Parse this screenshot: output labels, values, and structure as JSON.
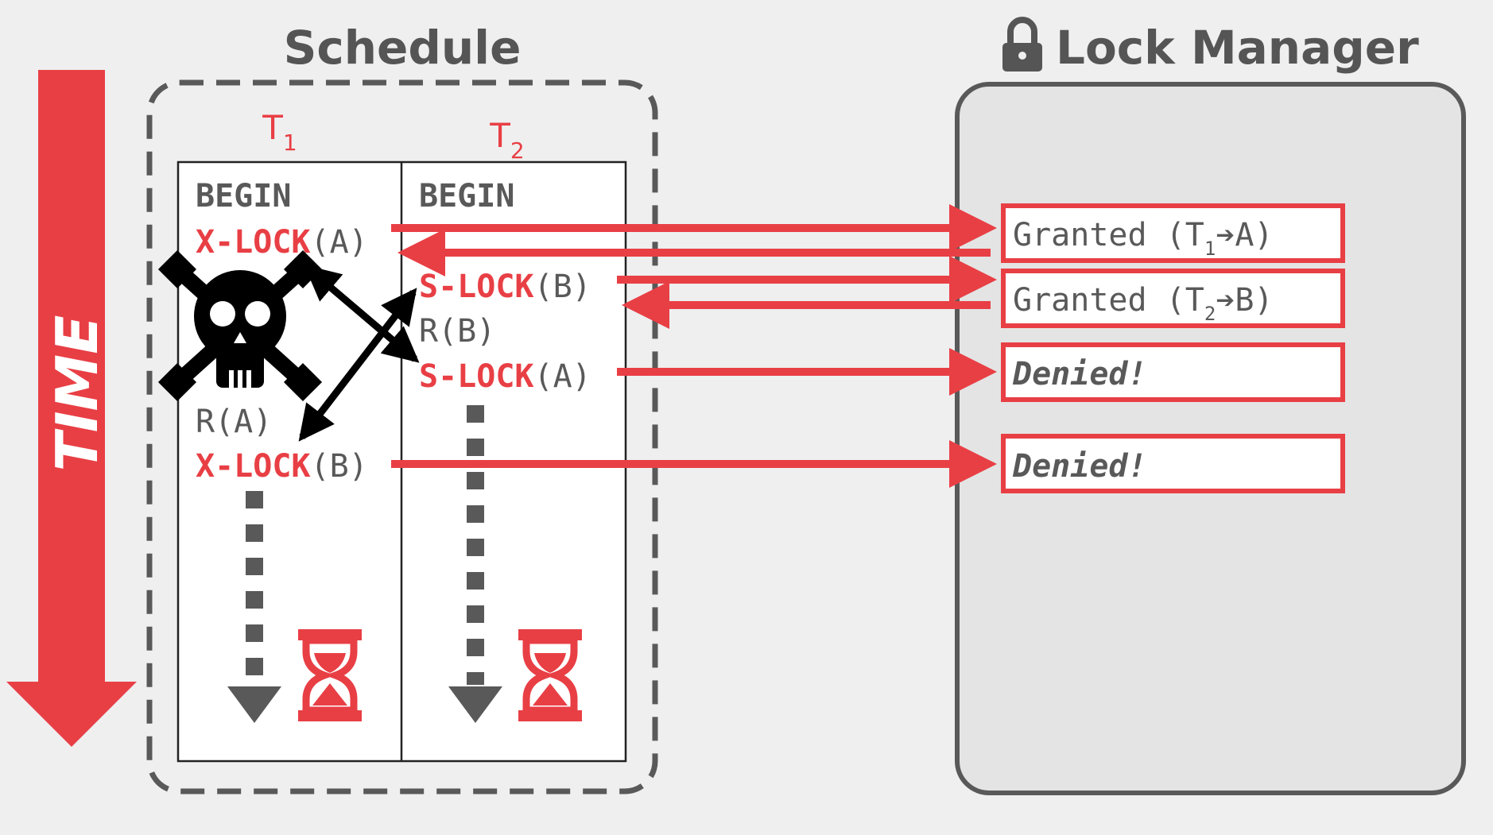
{
  "time_label": "TIME",
  "schedule": {
    "title": "Schedule",
    "t1_header": {
      "letter": "T",
      "sub": "1"
    },
    "t2_header": {
      "letter": "T",
      "sub": "2"
    },
    "t1": {
      "begin": "BEGIN",
      "xlock_a": {
        "op": "X-LOCK",
        "arg": "(A)"
      },
      "read_a": "R(A)",
      "xlock_b": {
        "op": "X-LOCK",
        "arg": "(B)"
      }
    },
    "t2": {
      "begin": "BEGIN",
      "slock_b": {
        "op": "S-LOCK",
        "arg": "(B)"
      },
      "read_b": "R(B)",
      "slock_a": {
        "op": "S-LOCK",
        "arg": "(A)"
      }
    }
  },
  "lock_manager": {
    "title": "Lock Manager",
    "responses": [
      {
        "prefix": "Granted (T",
        "sub": "1",
        "suffix": "➔A)",
        "status": "granted"
      },
      {
        "prefix": "Granted (T",
        "sub": "2",
        "suffix": "➔B)",
        "status": "granted"
      },
      {
        "text": "Denied!",
        "status": "denied"
      },
      {
        "text": "Denied!",
        "status": "denied"
      }
    ]
  },
  "colors": {
    "accent": "#e83f45",
    "gray": "#595959",
    "background": "#efefef",
    "panel": "#e4e4e4"
  },
  "icons": [
    "skull-crossbones-icon",
    "hourglass-icon",
    "lock-icon"
  ]
}
